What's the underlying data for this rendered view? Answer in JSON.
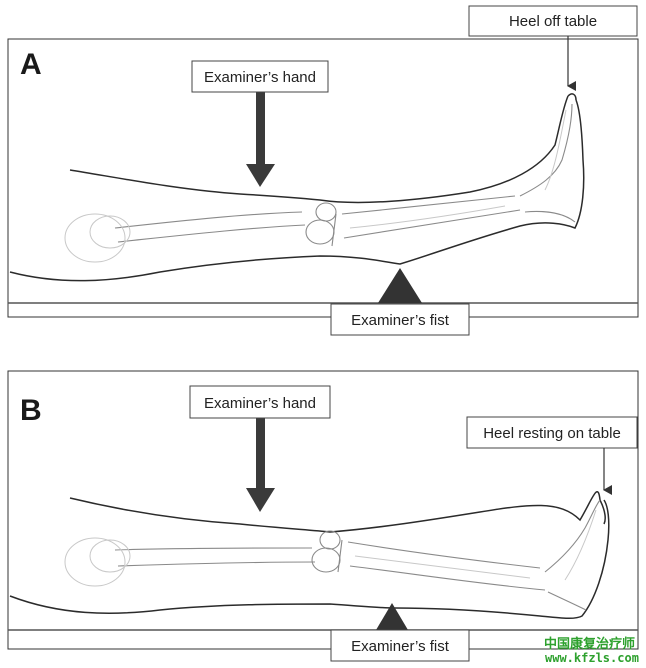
{
  "panels": [
    {
      "letter": "A",
      "hand_label": "Examiner’s hand",
      "fist_label": "Examiner’s fist",
      "heel_label": "Heel off table"
    },
    {
      "letter": "B",
      "hand_label": "Examiner’s hand",
      "fist_label": "Examiner’s fist",
      "heel_label": "Heel resting on table"
    }
  ],
  "watermark": {
    "chinese": "中国康复治疗师",
    "url": "www.kfzls.com"
  },
  "colors": {
    "arrow": "#3a3a3a",
    "wedge": "#333333",
    "watermark": "#2ea12e"
  }
}
